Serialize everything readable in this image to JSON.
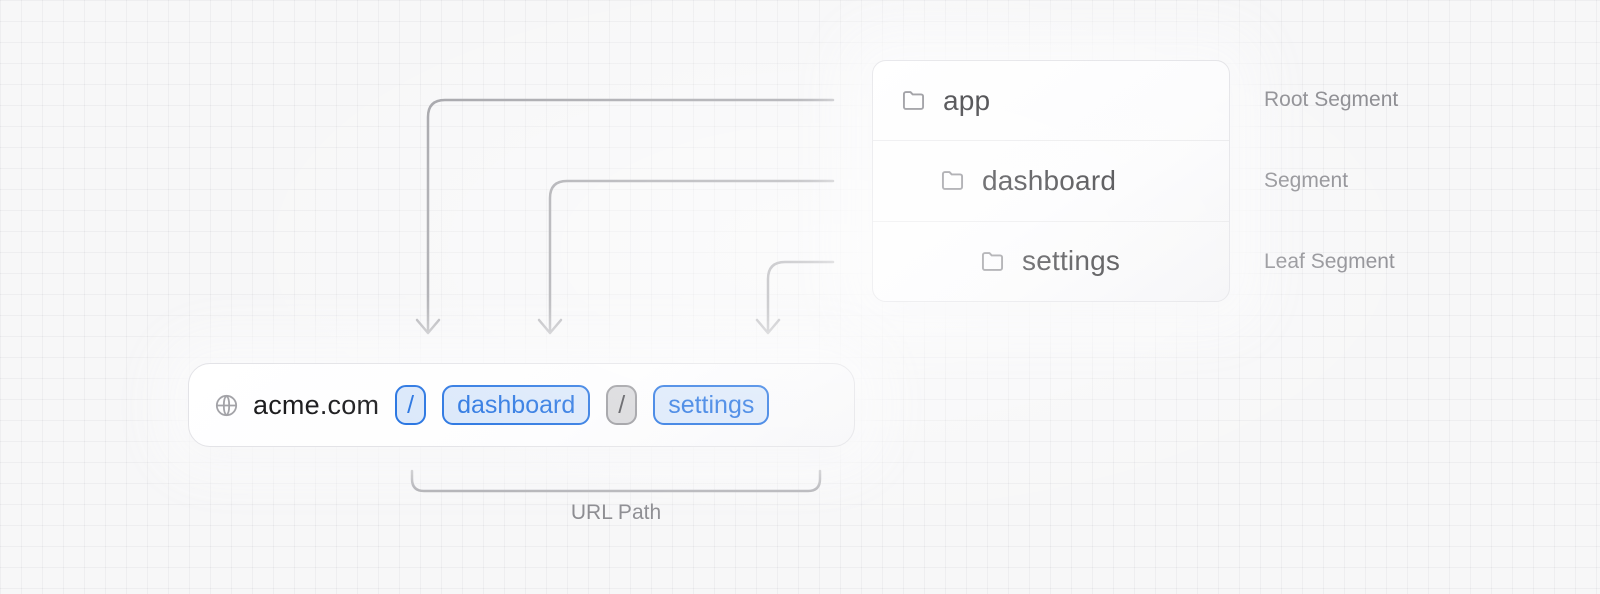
{
  "diagram": {
    "folder_panel": {
      "rows": [
        {
          "name": "app",
          "annotation": "Root Segment"
        },
        {
          "name": "dashboard",
          "annotation": "Segment"
        },
        {
          "name": "settings",
          "annotation": "Leaf Segment"
        }
      ]
    },
    "url_bar": {
      "domain": "acme.com",
      "segments": [
        {
          "text": "/",
          "variant": "blue"
        },
        {
          "text": "dashboard",
          "variant": "blue"
        },
        {
          "text": "/",
          "variant": "gray"
        },
        {
          "text": "settings",
          "variant": "blue"
        }
      ]
    },
    "url_path_label": "URL Path"
  },
  "icons": {
    "folder_icon": "folder-outline",
    "globe_icon": "globe-outline",
    "arrow_icon": "down-arrow-connector"
  },
  "colors": {
    "accent_blue": "#1f6fe0",
    "accent_blue_bg": "#d9e7fa",
    "muted_gray_border": "#96969b",
    "muted_gray_bg": "#d6d6d9",
    "arrow_gray": "#a0a0a5",
    "annotation_gray": "#8e8e93",
    "text_dark": "#232327",
    "panel_border": "#e3e3e7",
    "grid_background": "#f7f7f8"
  }
}
